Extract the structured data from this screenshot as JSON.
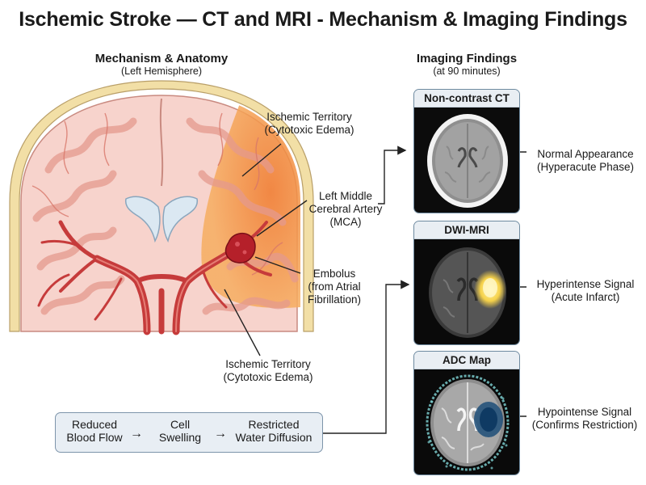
{
  "title": "Ischemic Stroke — CT and MRI - Mechanism & Imaging Findings",
  "left_heading": {
    "title": "Mechanism & Anatomy",
    "subtitle": "(Left Hemisphere)"
  },
  "right_heading": {
    "title": "Imaging Findings",
    "subtitle": "(at 90 minutes)"
  },
  "labels": {
    "ischemic_top": [
      "Ischemic Territory",
      "(Cytotoxic Edema)"
    ],
    "mca": [
      "Left Middle",
      "Cerebral Artery",
      "(MCA)"
    ],
    "embolus": [
      "Embolus",
      "(from Atrial",
      "Fibrillation)"
    ],
    "ischemic_bottom": [
      "Ischemic Territory",
      "(Cytotoxic Edema)"
    ]
  },
  "panels": [
    {
      "title": "Non-contrast CT",
      "finding": [
        "Normal Appearance",
        "(Hyperacute Phase)"
      ]
    },
    {
      "title": "DWI-MRI",
      "finding": [
        "Hyperintense Signal",
        "(Acute Infarct)"
      ]
    },
    {
      "title": "ADC Map",
      "finding": [
        "Hypointense Signal",
        "(Confirms Restriction)"
      ]
    }
  ],
  "flow": {
    "steps": [
      [
        "Reduced",
        "Blood Flow"
      ],
      [
        "Cell",
        "Swelling"
      ],
      [
        "Restricted",
        "Water Diffusion"
      ]
    ],
    "arrow": "→"
  },
  "colors": {
    "skull": "#f2dfa6",
    "brain_tissue": "#f7d3cc",
    "gyri": "#f1b8ad",
    "ischemic": "#f39a4a",
    "artery": "#c63b3b",
    "embolus": "#b5202a",
    "ventricle": "#dbe8f2",
    "panel_border": "#6e8aa0",
    "flow_bg": "#e8eef4"
  }
}
